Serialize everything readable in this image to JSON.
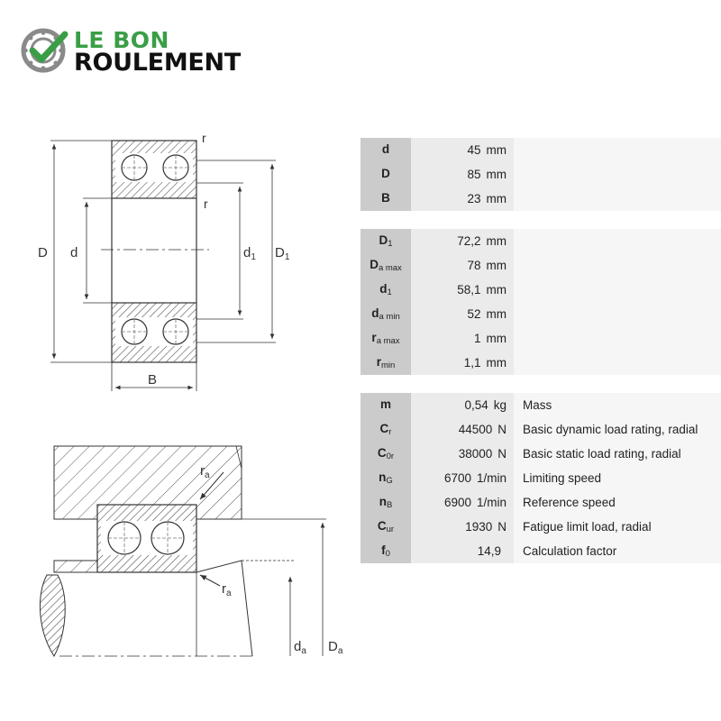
{
  "brand": {
    "line1": "LE BON",
    "line2": "ROULEMENT",
    "accent_color": "#3a9e46"
  },
  "diagram": {
    "labels": {
      "D": "D",
      "d": "d",
      "d1": "d",
      "d1_sub": "1",
      "D1": "D",
      "D1_sub": "1",
      "B": "B",
      "r_top": "r",
      "r_mid": "r",
      "ra_top": "r",
      "ra_top_sub": "a",
      "ra_bottom": "r",
      "ra_bottom_sub": "a",
      "da": "d",
      "da_sub": "a",
      "Da": "D",
      "Da_sub": "a"
    }
  },
  "spec": {
    "groups": [
      [
        {
          "sym": "d",
          "sub": "",
          "value": "45",
          "unit": "mm",
          "desc": ""
        },
        {
          "sym": "D",
          "sub": "",
          "value": "85",
          "unit": "mm",
          "desc": ""
        },
        {
          "sym": "B",
          "sub": "",
          "value": "23",
          "unit": "mm",
          "desc": ""
        }
      ],
      [
        {
          "sym": "D",
          "sub": "1",
          "value": "72,2",
          "unit": "mm",
          "desc": ""
        },
        {
          "sym": "D",
          "sub": "a max",
          "value": "78",
          "unit": "mm",
          "desc": ""
        },
        {
          "sym": "d",
          "sub": "1",
          "value": "58,1",
          "unit": "mm",
          "desc": ""
        },
        {
          "sym": "d",
          "sub": "a min",
          "value": "52",
          "unit": "mm",
          "desc": ""
        },
        {
          "sym": "r",
          "sub": "a max",
          "value": "1",
          "unit": "mm",
          "desc": ""
        },
        {
          "sym": "r",
          "sub": "min",
          "value": "1,1",
          "unit": "mm",
          "desc": ""
        }
      ],
      [
        {
          "sym": "m",
          "sub": "",
          "value": "0,54",
          "unit": "kg",
          "desc": "Mass"
        },
        {
          "sym": "C",
          "sub": "r",
          "value": "44500",
          "unit": "N",
          "desc": "Basic dynamic load rating, radial"
        },
        {
          "sym": "C",
          "sub": "0r",
          "value": "38000",
          "unit": "N",
          "desc": "Basic static load rating, radial"
        },
        {
          "sym": "n",
          "sub": "G",
          "value": "6700",
          "unit": "1/min",
          "desc": "Limiting speed"
        },
        {
          "sym": "n",
          "sub": "B",
          "value": "6900",
          "unit": "1/min",
          "desc": "Reference speed"
        },
        {
          "sym": "C",
          "sub": "ur",
          "value": "1930",
          "unit": "N",
          "desc": "Fatigue limit load, radial"
        },
        {
          "sym": "f",
          "sub": "0",
          "value": "14,9",
          "unit": "",
          "desc": "Calculation factor"
        }
      ]
    ]
  }
}
